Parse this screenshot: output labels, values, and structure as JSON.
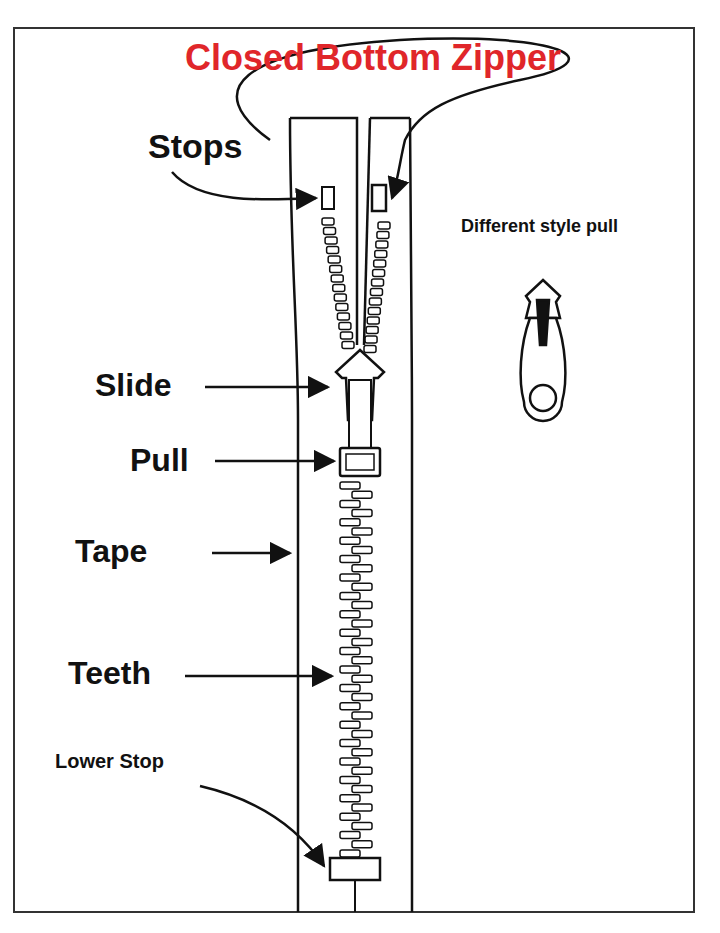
{
  "diagram": {
    "title": "Closed Bottom Zipper",
    "labels": [
      "Stops",
      "Slide",
      "Pull",
      "Tape",
      "Teeth",
      "Lower Stop",
      "Different style pull"
    ]
  }
}
